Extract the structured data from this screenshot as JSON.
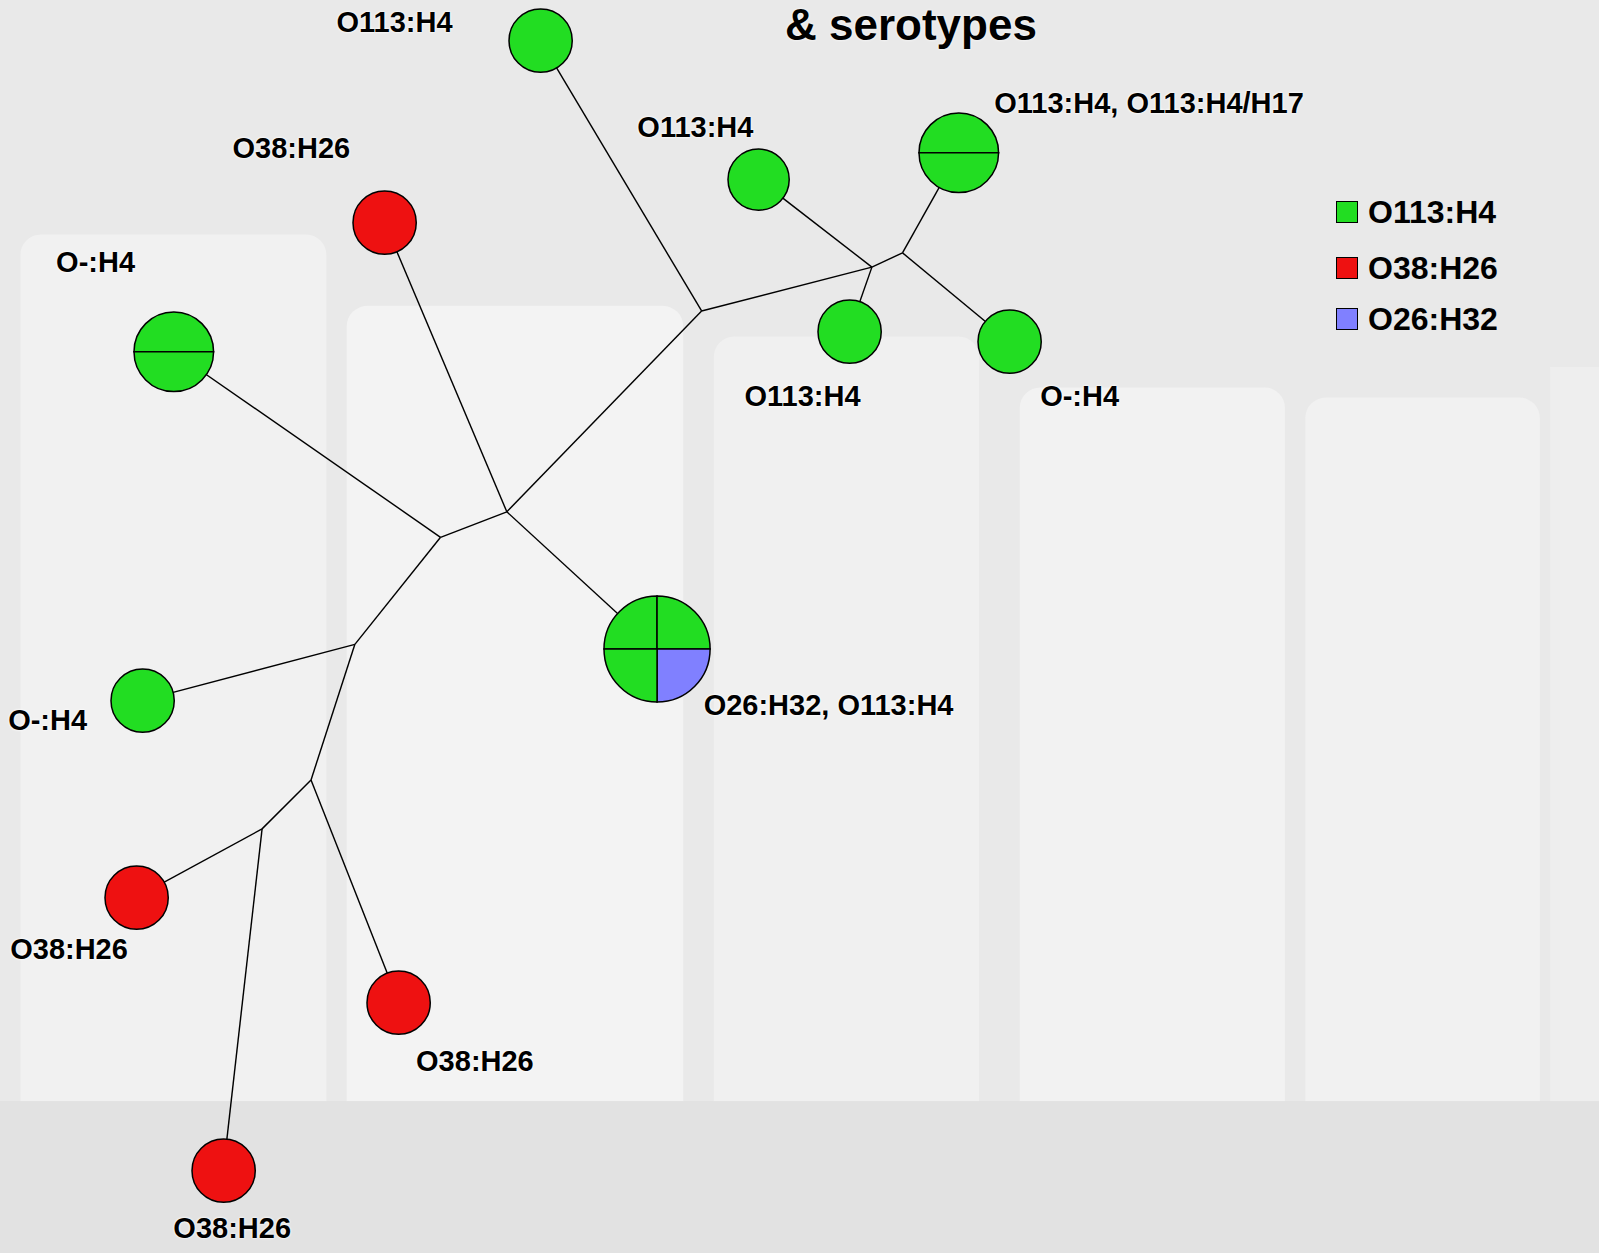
{
  "diagram": {
    "title": "& serotypes",
    "nodes": [
      {
        "text": [
          "O113:H4"
        ]
      },
      {
        "text": [
          "O113:H4, O113:H4/H17"
        ]
      },
      {
        "text": [
          "O38:H26"
        ]
      },
      {
        "text": [
          "O113:H4"
        ]
      },
      {
        "text": [
          "O-:H4"
        ]
      },
      {
        "text": [
          "O113:H4"
        ]
      },
      {
        "text": [
          "O-:H4"
        ]
      },
      {
        "text": [
          "O26:H32, O113:H4"
        ]
      },
      {
        "text": [
          "O-:H4"
        ]
      },
      {
        "text": [
          "O38:H26"
        ]
      },
      {
        "text": [
          "O38:H26"
        ]
      },
      {
        "text": [
          "O38:H26"
        ]
      }
    ],
    "legend": [
      {
        "text": "O113:H4",
        "color": "#22dd22"
      },
      {
        "text": "O38:H26",
        "color": "#ee1111"
      },
      {
        "text": "O26:H32",
        "color": "#8080ff"
      }
    ]
  }
}
